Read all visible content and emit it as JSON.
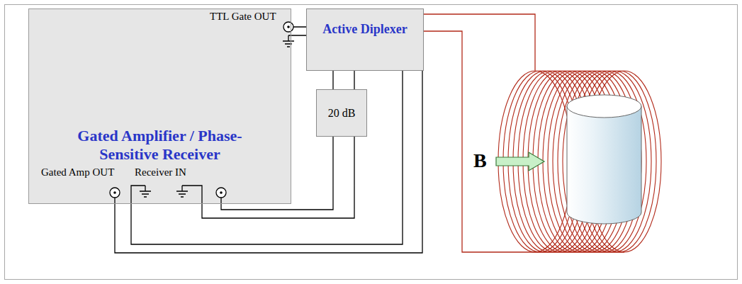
{
  "diagram": {
    "nodes": [
      {
        "text": [
          "Gated Amplifier / Phase-Sensitive Receiver"
        ]
      },
      {
        "text": [
          "Active Diplexer"
        ]
      },
      {
        "text": [
          "20 dB"
        ]
      }
    ],
    "edges": [
      {
        "from": 0,
        "to": 1,
        "arrow": "none"
      },
      {
        "from": 1,
        "to": 2,
        "arrow": "none"
      },
      {
        "from": 2,
        "to": 0,
        "arrow": "none"
      },
      {
        "from": 0,
        "to": 1,
        "arrow": "none"
      }
    ],
    "labels": [
      "TTL Gate OUT",
      "Gated Amp OUT",
      "Receiver IN",
      "B"
    ]
  }
}
